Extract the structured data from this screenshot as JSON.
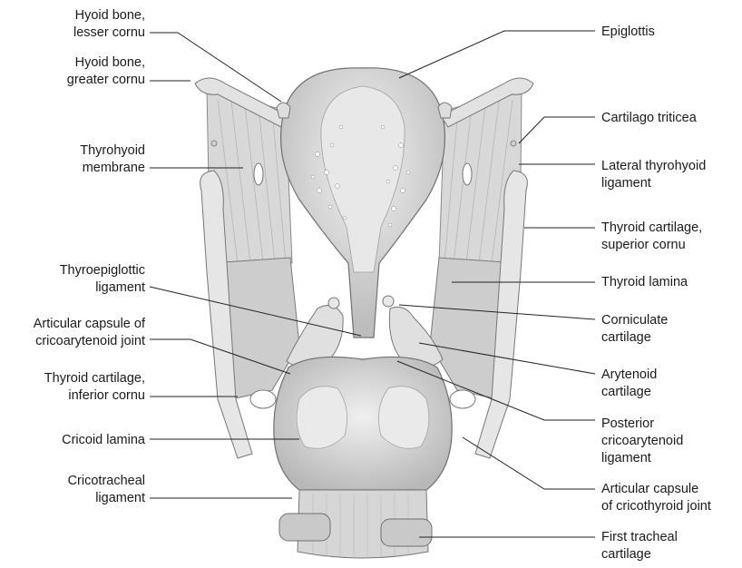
{
  "labels_left": [
    {
      "key": "hyoid_lesser",
      "lines": [
        "Hyoid bone,",
        "lesser cornu"
      ]
    },
    {
      "key": "hyoid_greater",
      "lines": [
        "Hyoid bone,",
        "greater cornu"
      ]
    },
    {
      "key": "thyrohyoid_membrane",
      "lines": [
        "Thyrohyoid",
        "membrane"
      ]
    },
    {
      "key": "thyroepiglottic",
      "lines": [
        "Thyroepiglottic",
        "ligament"
      ]
    },
    {
      "key": "articular_cricoarytenoid",
      "lines": [
        "Articular capsule of",
        "cricoarytenoid joint"
      ]
    },
    {
      "key": "thyroid_inferior",
      "lines": [
        "Thyroid cartilage,",
        "inferior cornu"
      ]
    },
    {
      "key": "cricoid_lamina",
      "lines": [
        "Cricoid lamina"
      ]
    },
    {
      "key": "cricotracheal",
      "lines": [
        "Cricotracheal",
        "ligament"
      ]
    }
  ],
  "labels_right": [
    {
      "key": "epiglottis",
      "lines": [
        "Epiglottis"
      ]
    },
    {
      "key": "triticea",
      "lines": [
        "Cartilago triticea"
      ]
    },
    {
      "key": "lateral_thyrohyoid",
      "lines": [
        "Lateral thyrohyoid",
        "ligament"
      ]
    },
    {
      "key": "thyroid_superior",
      "lines": [
        "Thyroid cartilage,",
        "superior cornu"
      ]
    },
    {
      "key": "thyroid_lamina",
      "lines": [
        "Thyroid lamina"
      ]
    },
    {
      "key": "corniculate",
      "lines": [
        "Corniculate",
        "cartilage"
      ]
    },
    {
      "key": "arytenoid",
      "lines": [
        "Arytenoid",
        "cartilage"
      ]
    },
    {
      "key": "post_cricoarytenoid",
      "lines": [
        "Posterior",
        "cricoarytenoid",
        "ligament"
      ]
    },
    {
      "key": "articular_cricothyroid",
      "lines": [
        "Articular capsule",
        "of cricothyroid joint"
      ]
    },
    {
      "key": "first_tracheal",
      "lines": [
        "First tracheal",
        "cartilage"
      ]
    }
  ],
  "colors": {
    "line": "#222222",
    "cartilage": "#e4e4e4",
    "shadow": "#9a9a9a",
    "text": "#1a1a1a"
  }
}
